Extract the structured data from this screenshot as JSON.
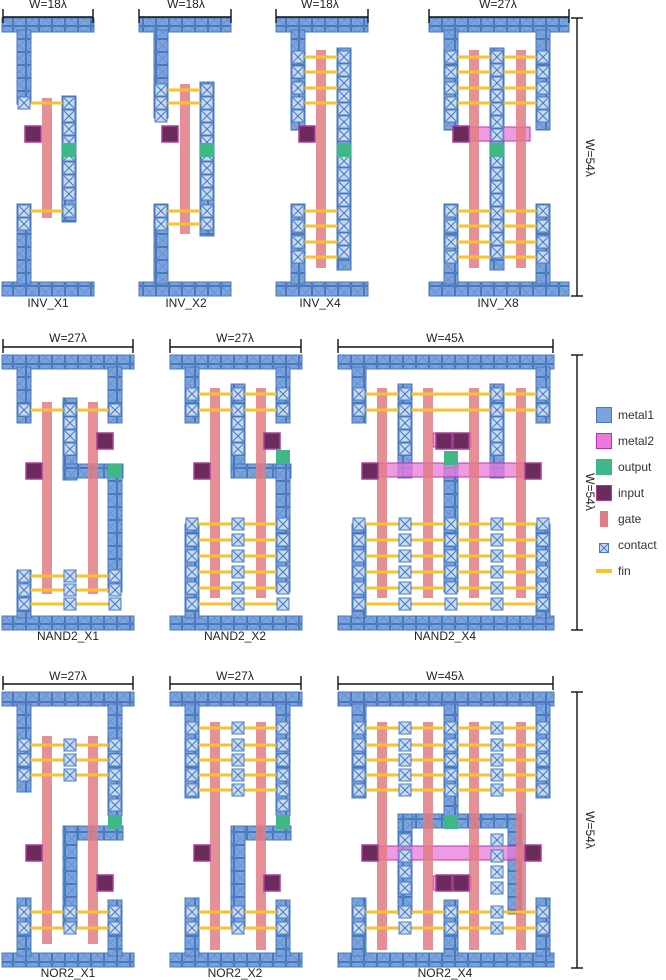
{
  "colors": {
    "metal1": "#7ba3dc",
    "metal1_border": "#4a78bc",
    "metal2": "#e979da",
    "metal2_border": "#bf2fb0",
    "output": "#3fb788",
    "input": "#6b2c5c",
    "input_border": "#ab3b9e",
    "gate": "#e07d85",
    "fin": "#fbc02d",
    "contact_fill": "#c6daf2",
    "contact_x": "#4a78bc"
  },
  "icons": {
    "contact": "x-box-icon"
  },
  "cells": [
    {
      "name": "INV_X1",
      "width_label": "W=18λ"
    },
    {
      "name": "INV_X2",
      "width_label": "W=18λ"
    },
    {
      "name": "INV_X4",
      "width_label": "W=18λ"
    },
    {
      "name": "INV_X8",
      "width_label": "W=27λ"
    },
    {
      "name": "NAND2_X1",
      "width_label": "W=27λ"
    },
    {
      "name": "NAND2_X2",
      "width_label": "W=27λ"
    },
    {
      "name": "NAND2_X4",
      "width_label": "W=45λ"
    },
    {
      "name": "NOR2_X1",
      "width_label": "W=27λ"
    },
    {
      "name": "NOR2_X2",
      "width_label": "W=27λ"
    },
    {
      "name": "NOR2_X4",
      "width_label": "W=45λ"
    }
  ],
  "height_labels": [
    "W=54λ",
    "W=54λ",
    "W=54λ"
  ],
  "legend": [
    {
      "key": "metal1",
      "label": "metal1"
    },
    {
      "key": "metal2",
      "label": "metal2"
    },
    {
      "key": "output",
      "label": "output"
    },
    {
      "key": "input",
      "label": "input"
    },
    {
      "key": "gate",
      "label": "gate"
    },
    {
      "key": "contact",
      "label": "contact"
    },
    {
      "key": "fin",
      "label": "fin"
    }
  ]
}
